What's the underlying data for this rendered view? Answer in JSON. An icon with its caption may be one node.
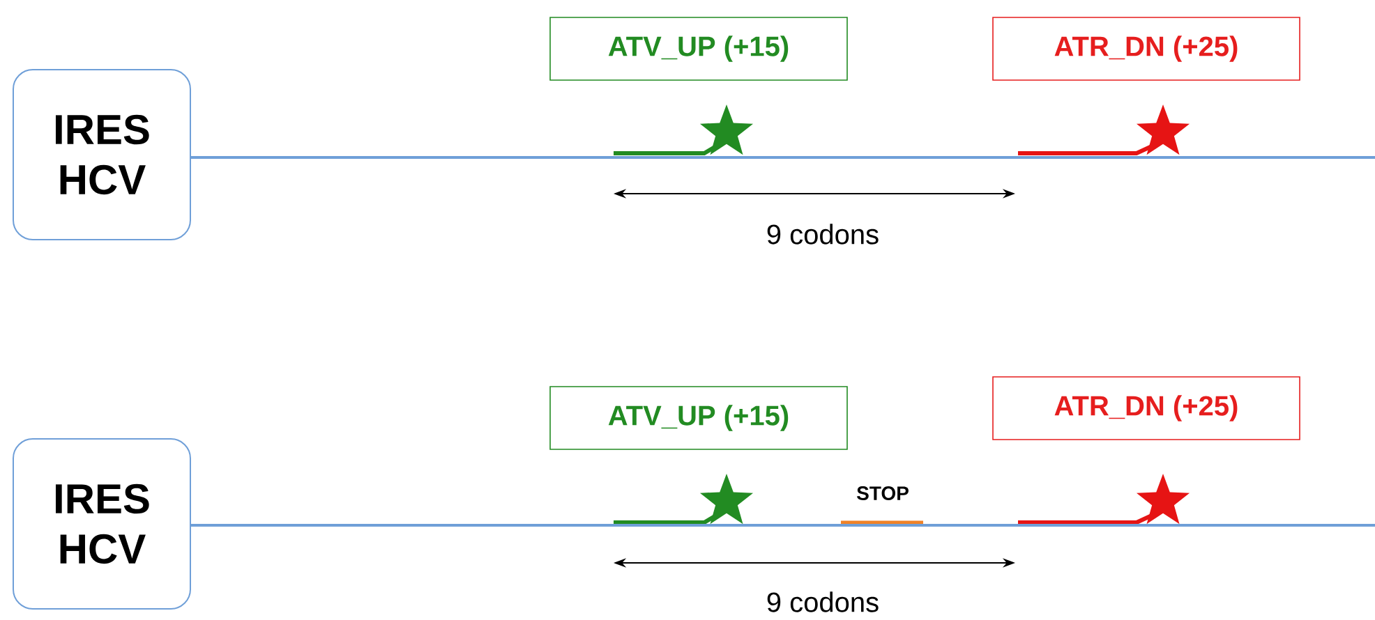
{
  "diagram": {
    "nodes": [
      {
        "text": [
          "IRES HCV"
        ]
      },
      {
        "text": [
          "ATV_UP (+15)"
        ]
      },
      {
        "text": [
          "ATR_DN (+25)"
        ]
      },
      {
        "text": [],
        "shape": "star"
      },
      {
        "text": [],
        "shape": "star"
      },
      {
        "text": [
          "IRES HCV"
        ]
      },
      {
        "text": [
          "ATV_UP (+15)"
        ]
      },
      {
        "text": [
          "ATR_DN (+25)"
        ]
      },
      {
        "text": [],
        "shape": "star"
      },
      {
        "text": [],
        "shape": "star"
      }
    ],
    "edges": [
      {
        "from": 0,
        "to": null,
        "arrow": "none",
        "color": "#6f9fd8"
      },
      {
        "from": 5,
        "to": null,
        "arrow": "none",
        "color": "#6f9fd8"
      }
    ],
    "labels": [
      "9 codons",
      "STOP",
      "9 codons"
    ]
  }
}
